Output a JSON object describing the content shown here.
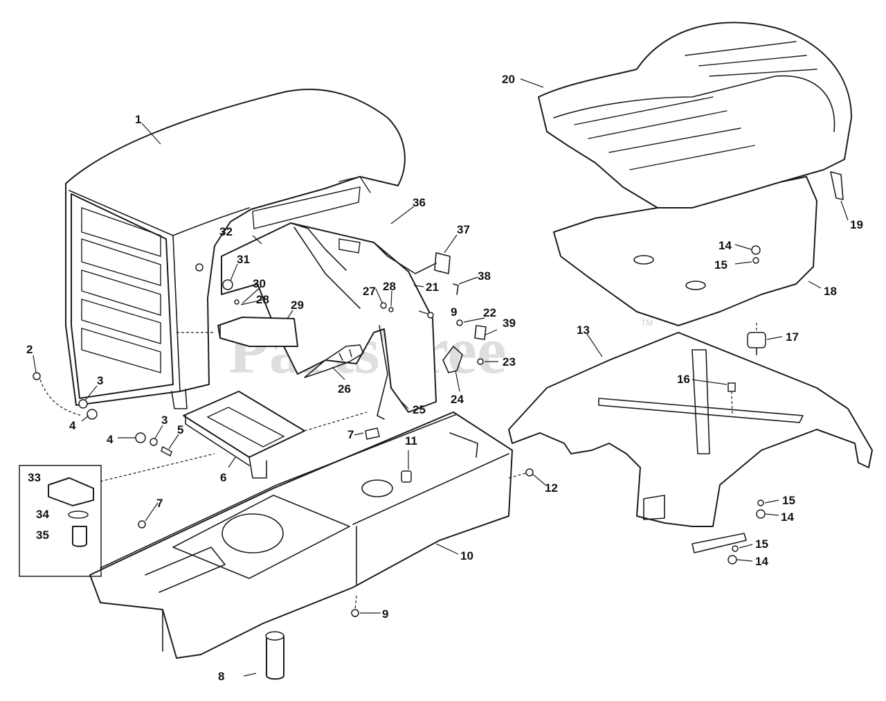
{
  "watermark": {
    "text": "PartsTree",
    "tm": "TM",
    "color": "#d4d4d4"
  },
  "callouts": {
    "c1": "1",
    "c2": "2",
    "c3a": "3",
    "c3b": "3",
    "c4a": "4",
    "c4b": "4",
    "c5": "5",
    "c6": "6",
    "c7a": "7",
    "c7b": "7",
    "c8": "8",
    "c9a": "9",
    "c9b": "9",
    "c10": "10",
    "c11": "11",
    "c12": "12",
    "c13": "13",
    "c14a": "14",
    "c14b": "14",
    "c14c": "14",
    "c15a": "15",
    "c15b": "15",
    "c15c": "15",
    "c16": "16",
    "c17": "17",
    "c18": "18",
    "c19": "19",
    "c20": "20",
    "c21": "21",
    "c22": "22",
    "c23": "23",
    "c24": "24",
    "c25": "25",
    "c26": "26",
    "c27": "27",
    "c28a": "28",
    "c28b": "28",
    "c29": "29",
    "c30": "30",
    "c31": "31",
    "c32": "32",
    "c33": "33",
    "c34": "34",
    "c35": "35",
    "c36": "36",
    "c37": "37",
    "c38": "38",
    "c39": "39"
  }
}
